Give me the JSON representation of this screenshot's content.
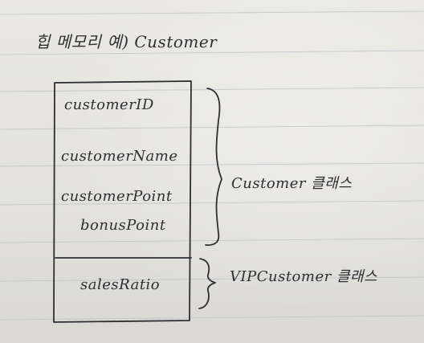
{
  "title": "힙 메모리 예) Customer",
  "box": {
    "upper_fields": [
      "customerID",
      "customerName",
      "customerPoint",
      "bonusPoint"
    ],
    "lower_fields": [
      "salesRatio"
    ]
  },
  "labels": {
    "customer_class": "Customer 클래스",
    "vip_customer_class": "VIPCustomer 클래스"
  }
}
